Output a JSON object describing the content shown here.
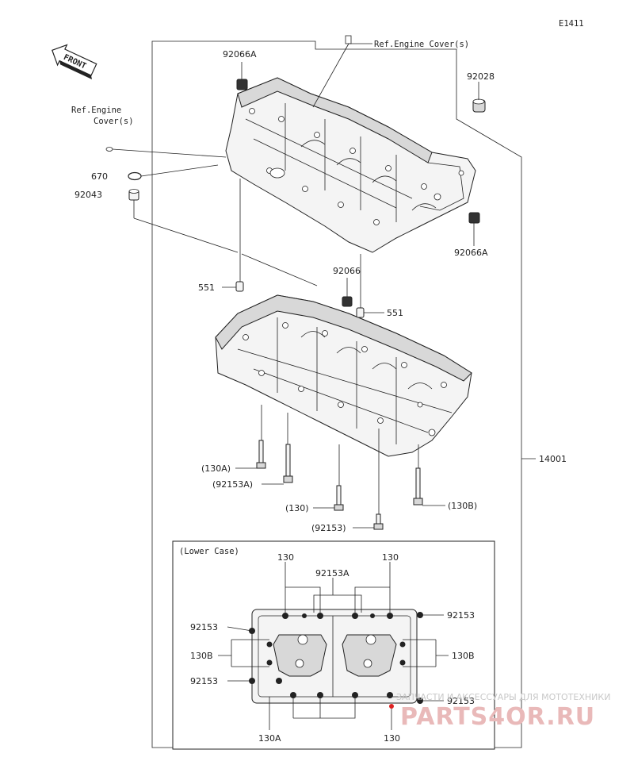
{
  "diagram_code": "E1411",
  "front_label": "FRONT",
  "labels": {
    "ref_engine_cover_top": "Ref.Engine Cover(s)",
    "ref_engine_left_1": "Ref.Engine",
    "ref_engine_left_2": "Cover(s)",
    "p92066A_top": "92066A",
    "p92028": "92028",
    "p670": "670",
    "p92043": "92043",
    "p92066A_right": "92066A",
    "p92066": "92066",
    "p551_left": "551",
    "p551_right": "551",
    "p14001": "14001",
    "p130A": "(130A)",
    "p92153A": "(92153A)",
    "p130": "(130)",
    "p130B": "(130B)",
    "p92153": "(92153)"
  },
  "lower_case": {
    "title": "(Lower Case)",
    "top_130_left": "130",
    "top_92153A": "92153A",
    "top_130_right": "130",
    "left_92153_top": "92153",
    "left_130B": "130B",
    "left_92153_bottom": "92153",
    "right_92153_top": "92153",
    "right_130B": "130B",
    "right_92153_bottom": "92153",
    "bottom_130A": "130A",
    "bottom_130": "130"
  },
  "watermark": {
    "line1": "ЗАПЧАСТИ И АКСЕССУАРЫ ДЛЯ МОТОТЕХНИКИ",
    "line2": "PARTS4OR.RU"
  }
}
